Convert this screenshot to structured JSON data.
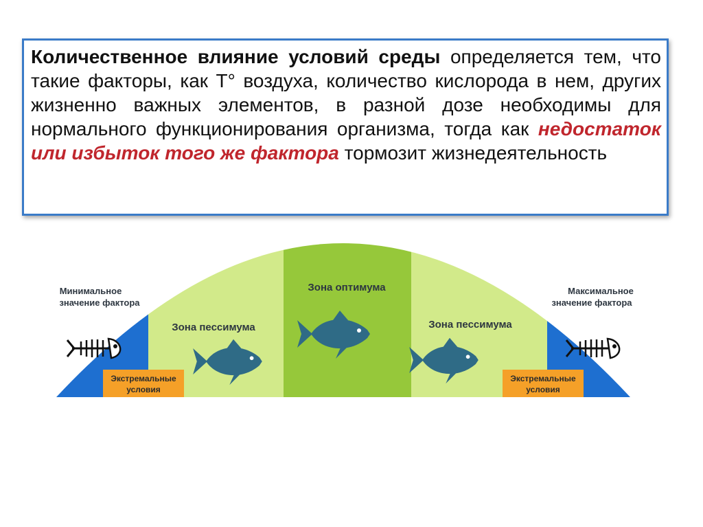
{
  "paragraph": {
    "lead": "Количественное влияние условий среды",
    "body": " определяется тем, что такие факторы, как Т° воздуха, количество кислорода в нем, других жизненно важных элементов, в разной дозе необходимы для нормального функционирования организма, тогда как ",
    "emphasis": "недостаток или избыток того же фактора",
    "tail": " тормозит жизнедеятельность"
  },
  "diagram": {
    "min_label": [
      "Минимальное",
      "значение фактора"
    ],
    "max_label": [
      "Максимальное",
      "значение фактора"
    ],
    "zone_left": "Зона пессимума",
    "zone_center": "Зона оптимума",
    "zone_right": "Зона пессимума",
    "extreme_left": [
      "Экстремальные",
      "условия"
    ],
    "extreme_right": [
      "Экстремальные",
      "условия"
    ],
    "colors": {
      "extreme": "#1e6fd0",
      "pessimum": "#d2ea8a",
      "optimum": "#96c83a",
      "extreme_badge": "#f5a028",
      "fish": "#2f6b86"
    }
  }
}
